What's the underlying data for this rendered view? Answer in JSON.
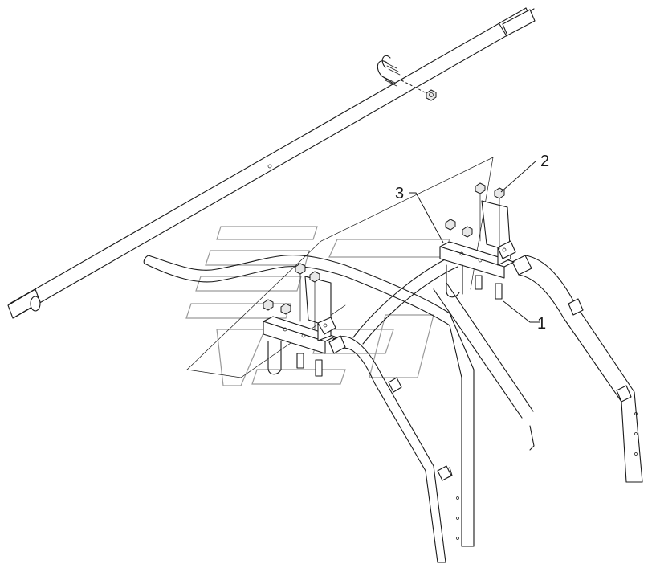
{
  "callouts": {
    "one": "1",
    "two": "2",
    "three": "3"
  },
  "colors": {
    "line": "#1a1a1a",
    "watermark": "#9a9a9a",
    "background": "#ffffff"
  }
}
